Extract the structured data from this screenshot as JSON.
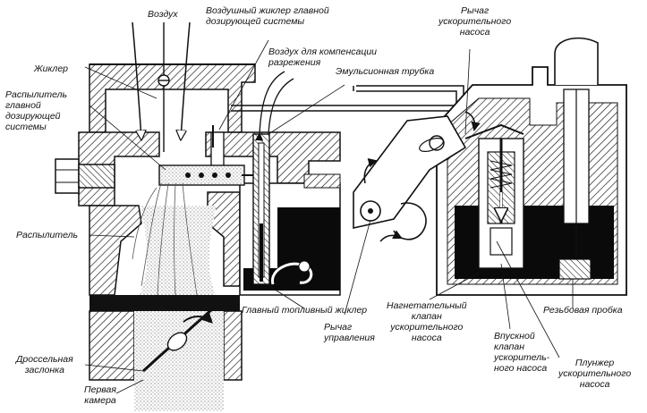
{
  "labels": {
    "air": "Воздух",
    "air_jet_main": "Воздушный жиклер главной\nдозирующей системы",
    "comp_air": "Воздух для компенсации\nразрежения",
    "accel_lever": "Рычаг\nускорительного\nнасоса",
    "emulsion_tube": "Эмульсионная трубка",
    "jet": "Жиклер",
    "main_sprayer": "Распылитель\nглавной\nдозирующей\nсистемы",
    "sprayer": "Распылитель",
    "main_fuel_jet": "Главный топливный жиклер",
    "control_lever": "Рычаг\nуправления",
    "discharge_valve": "Нагнетательный\nклапан\nускорительного\nнасоса",
    "threaded_plug": "Резьбовая пробка",
    "inlet_valve": "Впускной\nклапан\nускоритель-\nного насоса",
    "plunger": "Плунжер\nускорительного\nнасоса",
    "throttle": "Дроссельная\nзаслонка",
    "first_chamber": "Первая\nкамера"
  },
  "colors": {
    "ink": "#111111",
    "fuel": "#0a0a0a",
    "paper": "#ffffff"
  }
}
